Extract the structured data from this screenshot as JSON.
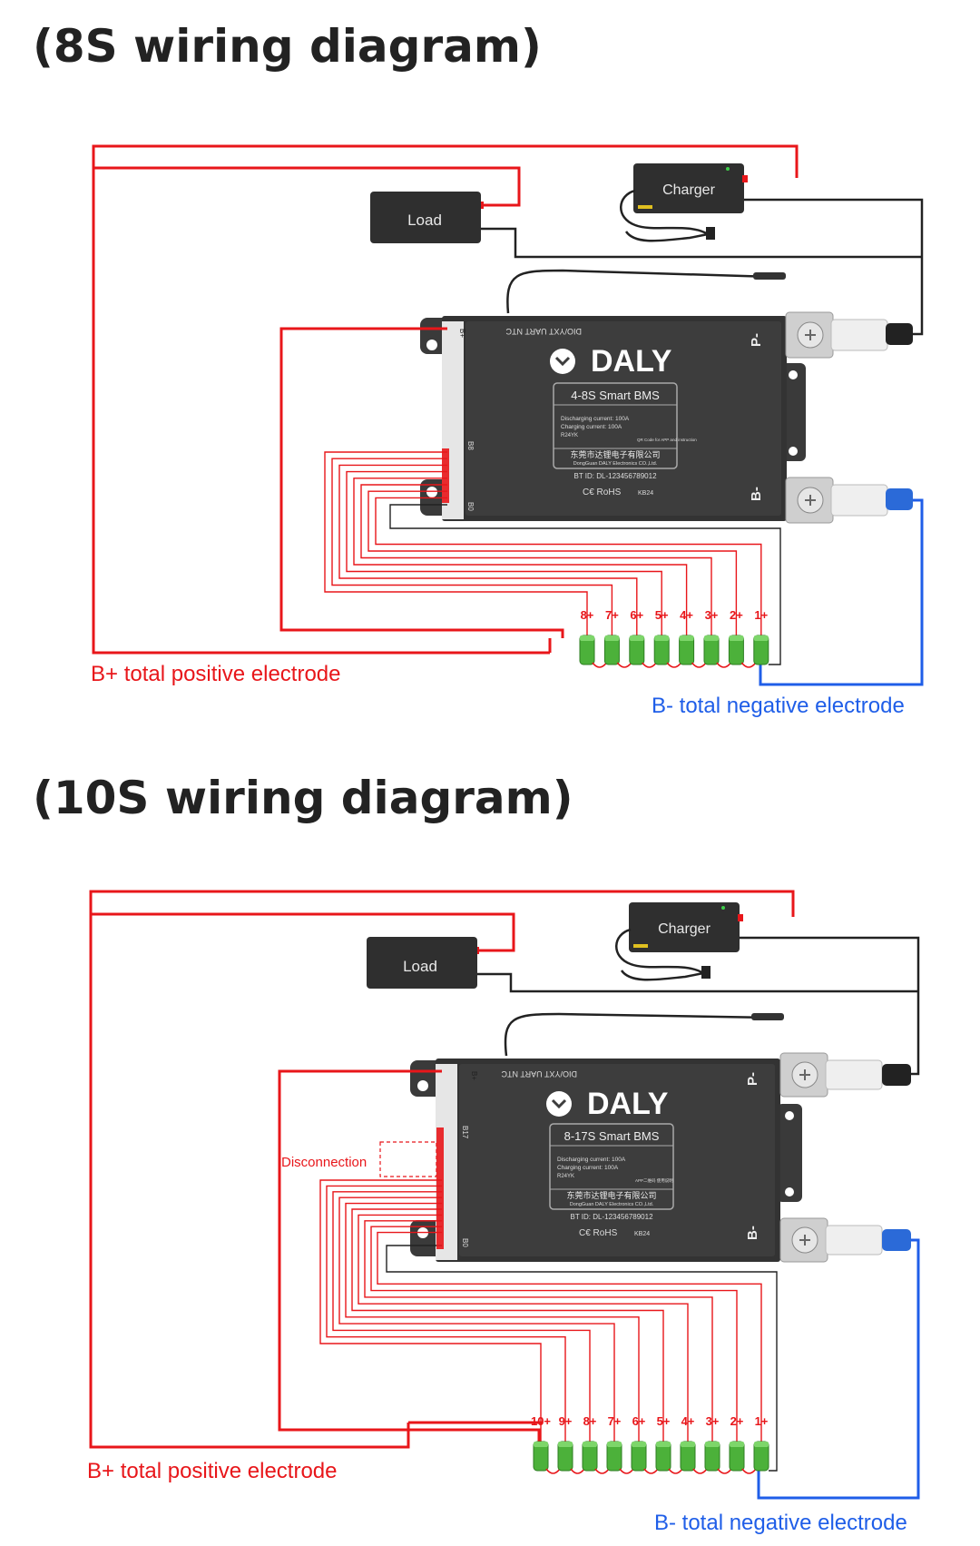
{
  "diagrams": [
    {
      "title": "(8S wiring diagram)",
      "load_label": "Load",
      "charger_label": "Charger",
      "bms": {
        "brand": "DALY",
        "model": "4-8S  Smart  BMS",
        "spec_discharge": "Discharging current: 100A",
        "spec_charge": "Charging current: 100A",
        "spec_code": "R24YK",
        "qr_note": "QR Code for APP and instruction",
        "company_cn": "东莞市达锂电子有限公司",
        "company_en": "DongGuan DALY Electronics CO.,Ltd.",
        "bt_id": "BT ID: DL-123456789012",
        "certs": "C€ RoHS",
        "batch": "KB24",
        "port_labels": "DIO/YXT  UART  NTC",
        "pin_bplus": "B+",
        "pin_high": "B8",
        "pin_b0": "B0",
        "terminal_p": "P-",
        "terminal_b": "B-"
      },
      "cells": [
        "8+",
        "7+",
        "6+",
        "5+",
        "4+",
        "3+",
        "2+",
        "1+"
      ],
      "positive_label": "B+ total positive electrode",
      "negative_label": "B- total negative electrode"
    },
    {
      "title": "(10S wiring diagram)",
      "load_label": "Load",
      "charger_label": "Charger",
      "bms": {
        "brand": "DALY",
        "model": "8-17S  Smart  BMS",
        "spec_discharge": "Discharging current: 100A",
        "spec_charge": "Charging current: 100A",
        "spec_code": "R24YK",
        "qr_note": "APP二维码 使用说明",
        "company_cn": "东莞市达锂电子有限公司",
        "company_en": "DongGuan DALY Electronics CO.,Ltd.",
        "bt_id": "BT ID: DL-123456789012",
        "certs": "C€ RoHS",
        "batch": "KB24",
        "port_labels": "DIO/YXT  UART  NTC",
        "pin_bplus": "B+",
        "pin_high": "B17",
        "pin_b0": "B0",
        "terminal_p": "P-",
        "terminal_b": "B-"
      },
      "disconnection_label": "Disconnection",
      "cells": [
        "10+",
        "9+",
        "8+",
        "7+",
        "6+",
        "5+",
        "4+",
        "3+",
        "2+",
        "1+"
      ],
      "positive_label": "B+ total positive electrode",
      "negative_label": "B- total negative electrode"
    }
  ],
  "colors": {
    "positive_wire": "#e8161a",
    "negative_wire": "#1f5ee8",
    "neutral_wire": "#222222",
    "cell_green": "#4cb13a",
    "device_dark": "#2e2e2e"
  }
}
